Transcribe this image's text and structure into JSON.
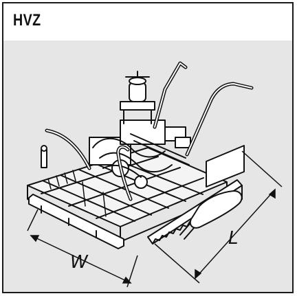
{
  "figure": {
    "title": "HVZ",
    "dimension_width_label": "W",
    "dimension_length_label": "L",
    "colors": {
      "ink": "#111111",
      "panel": "#e6e6e6",
      "border": "#1a1a1a"
    }
  }
}
